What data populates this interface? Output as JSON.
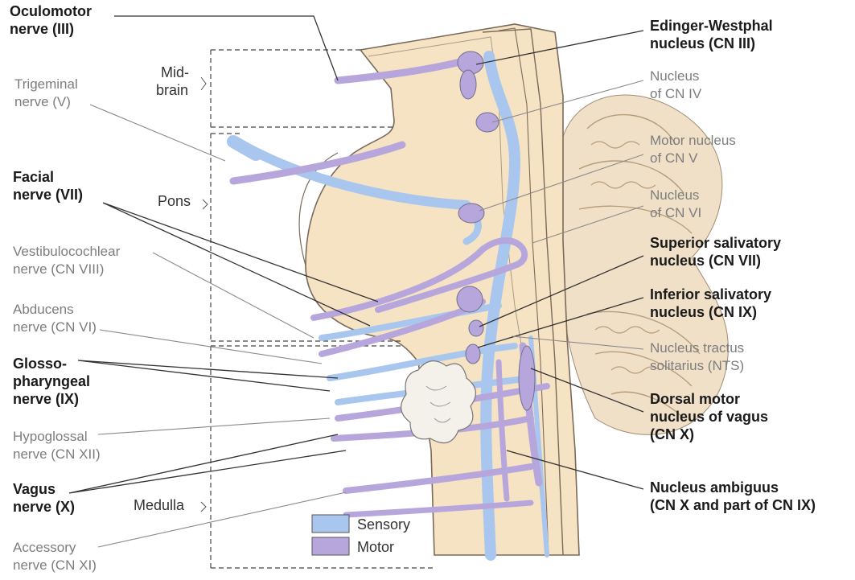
{
  "colors": {
    "sensory": "#a9c7ee",
    "motor": "#b7a6dc",
    "brainstem": "#f6e3c4",
    "cerebellum": "#f1e0c8"
  },
  "left_labels": [
    {
      "key": "oculomotor",
      "lines": [
        "Oculomotor",
        "nerve (III)"
      ],
      "style": "bold"
    },
    {
      "key": "trigeminal",
      "lines": [
        "Trigeminal",
        "nerve (V)"
      ],
      "style": "gray"
    },
    {
      "key": "facial",
      "lines": [
        "Facial",
        "nerve (VII)"
      ],
      "style": "bold"
    },
    {
      "key": "vestibulocochlear",
      "lines": [
        "Vestibulocochlear",
        "nerve (CN VIII)"
      ],
      "style": "gray"
    },
    {
      "key": "abducens",
      "lines": [
        "Abducens",
        "nerve (CN VI)"
      ],
      "style": "gray"
    },
    {
      "key": "glossopharyngeal",
      "lines": [
        "Glosso-",
        "pharyngeal",
        "nerve (IX)"
      ],
      "style": "bold"
    },
    {
      "key": "hypoglossal",
      "lines": [
        "Hypoglossal",
        "nerve (CN XII)"
      ],
      "style": "gray"
    },
    {
      "key": "vagus",
      "lines": [
        "Vagus",
        "nerve (X)"
      ],
      "style": "bold"
    },
    {
      "key": "accessory",
      "lines": [
        "Accessory",
        "nerve (CN XI)"
      ],
      "style": "gray"
    }
  ],
  "right_labels": [
    {
      "key": "edinger",
      "lines": [
        "Edinger-Westphal",
        "nucleus (CN III)"
      ],
      "style": "bold"
    },
    {
      "key": "cn4",
      "lines": [
        "Nucleus",
        "of CN IV"
      ],
      "style": "gray"
    },
    {
      "key": "cn5",
      "lines": [
        "Motor nucleus",
        "of CN V"
      ],
      "style": "gray"
    },
    {
      "key": "cn6",
      "lines": [
        "Nucleus",
        "of CN VI"
      ],
      "style": "gray"
    },
    {
      "key": "superior_salivatory",
      "lines": [
        "Superior salivatory",
        "nucleus (CN VII)"
      ],
      "style": "bold"
    },
    {
      "key": "inferior_salivatory",
      "lines": [
        "Inferior salivatory",
        "nucleus (CN IX)"
      ],
      "style": "bold"
    },
    {
      "key": "nts",
      "lines": [
        "Nucleus tractus",
        "solitarius (NTS)"
      ],
      "style": "gray"
    },
    {
      "key": "dorsal_motor",
      "lines": [
        "Dorsal motor",
        "nucleus of vagus",
        "(CN X)"
      ],
      "style": "bold"
    },
    {
      "key": "ambiguus",
      "lines": [
        "Nucleus ambiguus",
        "(CN X and part of CN IX)"
      ],
      "style": "bold"
    }
  ],
  "regions": [
    {
      "key": "midbrain",
      "lines": [
        "Mid-",
        "brain"
      ]
    },
    {
      "key": "pons",
      "lines": [
        "Pons"
      ]
    },
    {
      "key": "medulla",
      "lines": [
        "Medulla"
      ]
    }
  ],
  "legend": [
    {
      "key": "sensory",
      "label": "Sensory"
    },
    {
      "key": "motor",
      "label": "Motor"
    }
  ]
}
